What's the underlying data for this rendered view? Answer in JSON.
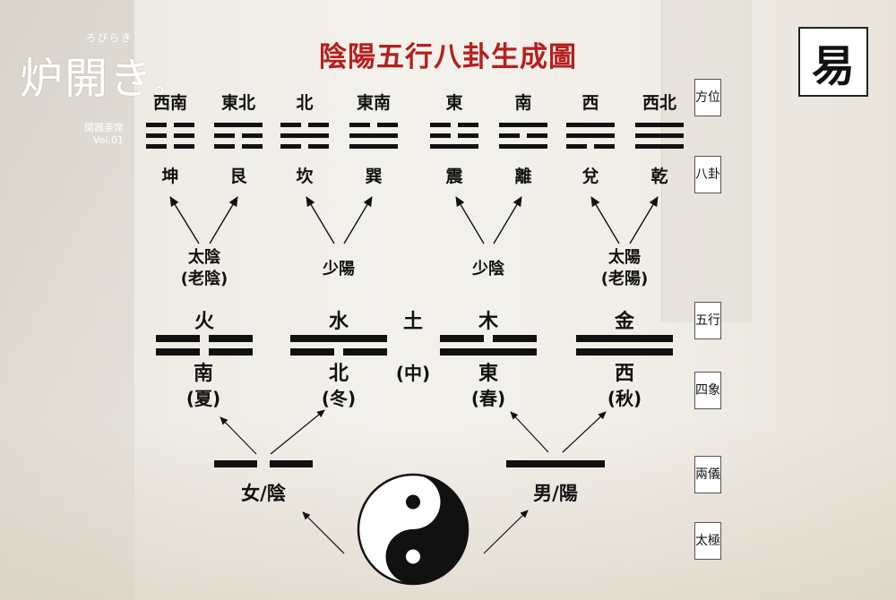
{
  "title": "陰陽五行八卦生成圖",
  "book_kanji": "易",
  "brand": {
    "ruby": "ろびらき",
    "name": "炉開き",
    "dot": "。",
    "sub1": "閒器荼席",
    "sub2": "Vol.01"
  },
  "categories": [
    "方位",
    "八卦",
    "五行",
    "四象",
    "兩儀",
    "太極"
  ],
  "directions": [
    "西南",
    "東北",
    "北",
    "東南",
    "東",
    "南",
    "西",
    "西北"
  ],
  "trigrams": [
    {
      "name": "坤",
      "lines": [
        0,
        0,
        0
      ]
    },
    {
      "name": "艮",
      "lines": [
        0,
        0,
        1
      ]
    },
    {
      "name": "坎",
      "lines": [
        0,
        1,
        0
      ]
    },
    {
      "name": "巽",
      "lines": [
        1,
        1,
        0
      ]
    },
    {
      "name": "震",
      "lines": [
        1,
        0,
        0
      ]
    },
    {
      "name": "離",
      "lines": [
        1,
        0,
        1
      ]
    },
    {
      "name": "兌",
      "lines": [
        0,
        1,
        1
      ]
    },
    {
      "name": "乾",
      "lines": [
        1,
        1,
        1
      ]
    }
  ],
  "four_symbols_labels": [
    {
      "name": "太陰",
      "alt": "(老陰)"
    },
    {
      "name": "少陽",
      "alt": ""
    },
    {
      "name": "少陰",
      "alt": ""
    },
    {
      "name": "太陽",
      "alt": "(老陽)"
    }
  ],
  "elements": [
    "火",
    "水",
    "土",
    "木",
    "金"
  ],
  "seasons": [
    {
      "dir": "南",
      "season": "(夏)",
      "lines": [
        0,
        0
      ]
    },
    {
      "dir": "北",
      "season": "(冬)",
      "lines": [
        0,
        1
      ]
    },
    {
      "dir": "",
      "season": "(中)",
      "lines": []
    },
    {
      "dir": "東",
      "season": "(春)",
      "lines": [
        1,
        0
      ]
    },
    {
      "dir": "西",
      "season": "(秋)",
      "lines": [
        1,
        1
      ]
    }
  ],
  "two_forms": [
    {
      "label": "女/陰",
      "line": 0
    },
    {
      "label": "男/陽",
      "line": 1
    }
  ],
  "colors": {
    "title": "#b5201e",
    "ink": "#111111"
  }
}
